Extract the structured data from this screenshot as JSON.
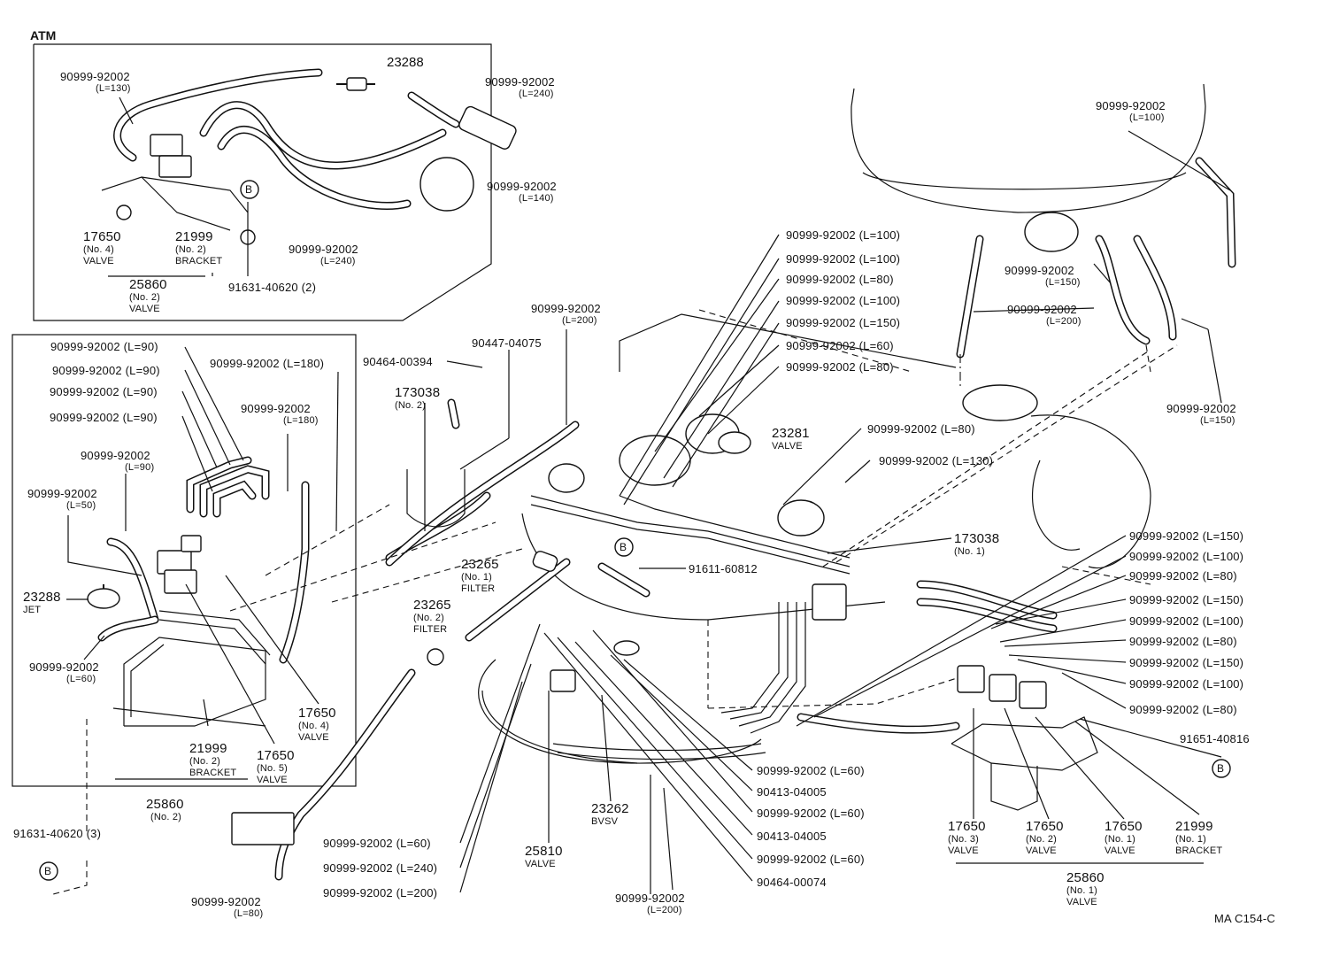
{
  "inset_atm": {
    "title": "ATM",
    "labels": [
      {
        "id": "atm-hose-130",
        "num": "90999-92002",
        "sub": "(L=130)"
      },
      {
        "id": "atm-jet-23288",
        "num": "23288",
        "sub": ""
      },
      {
        "id": "atm-hose-240a",
        "num": "90999-92002",
        "sub": "(L=240)"
      },
      {
        "id": "atm-hose-140",
        "num": "90999-92002",
        "sub": "(L=140)"
      },
      {
        "id": "atm-hose-240b",
        "num": "90999-92002",
        "sub": "(L=240)"
      },
      {
        "id": "atm-valve-17650",
        "num": "17650",
        "sub": "(No. 4)",
        "sub2": "VALVE"
      },
      {
        "id": "atm-bracket-21999",
        "num": "21999",
        "sub": "(No. 2)",
        "sub2": "BRACKET"
      },
      {
        "id": "atm-valve-25860",
        "num": "25860",
        "sub": "(No. 2)",
        "sub2": "VALVE"
      },
      {
        "id": "atm-bolt",
        "num": "91631-40620 (2)",
        "sub": ""
      }
    ],
    "ref_mark": "B"
  },
  "inset_left": {
    "labels": [
      {
        "id": "l-hose-90a",
        "num": "90999-92002 (L=90)"
      },
      {
        "id": "l-hose-90b",
        "num": "90999-92002 (L=90)"
      },
      {
        "id": "l-hose-90c",
        "num": "90999-92002 (L=90)"
      },
      {
        "id": "l-hose-90d",
        "num": "90999-92002 (L=90)"
      },
      {
        "id": "l-hose-180a",
        "num": "90999-92002 (L=180)"
      },
      {
        "id": "l-hose-180b",
        "num": "90999-92002",
        "sub": "(L=180)"
      },
      {
        "id": "l-hose-90e",
        "num": "90999-92002",
        "sub": "(L=90)"
      },
      {
        "id": "l-hose-50",
        "num": "90999-92002",
        "sub": "(L=50)"
      },
      {
        "id": "l-jet-23288",
        "num": "23288",
        "sub": "JET"
      },
      {
        "id": "l-hose-60",
        "num": "90999-92002",
        "sub": "(L=60)"
      },
      {
        "id": "l-valve-no4",
        "num": "17650",
        "sub": "(No. 4)",
        "sub2": "VALVE"
      },
      {
        "id": "l-valve-no5",
        "num": "17650",
        "sub": "(No. 5)",
        "sub2": "VALVE"
      },
      {
        "id": "l-bracket-21999",
        "num": "21999",
        "sub": "(No. 2)",
        "sub2": "BRACKET"
      },
      {
        "id": "l-valve-25860",
        "num": "25860",
        "sub": "(No. 2)"
      }
    ]
  },
  "main": {
    "labels_top": [
      {
        "id": "m-hose-100a",
        "num": "90999-92002 (L=100)"
      },
      {
        "id": "m-hose-100b",
        "num": "90999-92002 (L=100)"
      },
      {
        "id": "m-hose-80a",
        "num": "90999-92002 (L=80)"
      },
      {
        "id": "m-hose-100c",
        "num": "90999-92002 (L=100)"
      },
      {
        "id": "m-hose-150a",
        "num": "90999-92002 (L=150)"
      },
      {
        "id": "m-hose-60a",
        "num": "90999-92002 (L=60)"
      },
      {
        "id": "m-hose-80b",
        "num": "90999-92002 (L=80)"
      }
    ],
    "labels_right_stack": [
      {
        "id": "r-hose-150a",
        "num": "90999-92002 (L=150)"
      },
      {
        "id": "r-hose-100a",
        "num": "90999-92002 (L=100)"
      },
      {
        "id": "r-hose-80a",
        "num": "90999-92002 (L=80)"
      },
      {
        "id": "r-hose-150b",
        "num": "90999-92002 (L=150)"
      },
      {
        "id": "r-hose-100b",
        "num": "90999-92002 (L=100)"
      },
      {
        "id": "r-hose-80b",
        "num": "90999-92002 (L=80)"
      },
      {
        "id": "r-hose-150c",
        "num": "90999-92002 (L=150)"
      },
      {
        "id": "r-hose-100c",
        "num": "90999-92002 (L=100)"
      },
      {
        "id": "r-hose-80c",
        "num": "90999-92002 (L=80)"
      }
    ],
    "labels_bottom": [
      {
        "id": "b-hose-60a",
        "num": "90999-92002 (L=60)"
      },
      {
        "id": "b-hose-240",
        "num": "90999-92002 (L=240)"
      },
      {
        "id": "b-hose-200",
        "num": "90999-92002 (L=200)"
      },
      {
        "id": "b-clamp-04005a",
        "num": "90413-04005"
      },
      {
        "id": "b-hose-60b",
        "num": "90999-92002 (L=60)"
      },
      {
        "id": "b-clamp-04005b",
        "num": "90413-04005"
      },
      {
        "id": "b-hose-60c",
        "num": "90999-92002 (L=60)"
      },
      {
        "id": "b-clip-00074",
        "num": "90464-00074"
      }
    ],
    "misc": {
      "hose_200_top": {
        "num": "90999-92002",
        "sub": "(L=200)"
      },
      "clip_00394": {
        "num": "90464-00394"
      },
      "clip_04075": {
        "num": "90447-04075"
      },
      "vsv_no2": {
        "num": "173038",
        "sub": "(No. 2)"
      },
      "valve_23281": {
        "num": "23281",
        "sub": "VALVE"
      },
      "hose_80_mid": {
        "num": "90999-92002 (L=80)"
      },
      "hose_130_mid": {
        "num": "90999-92002 (L=130)"
      },
      "vsv_no1": {
        "num": "173038",
        "sub": "(No. 1)"
      },
      "bolt_60812": {
        "num": "91611-60812",
        "mark": "B"
      },
      "filter_no1": {
        "num": "23265",
        "sub": "(No. 1)",
        "sub2": "FILTER"
      },
      "filter_no2": {
        "num": "23265",
        "sub": "(No. 2)",
        "sub2": "FILTER"
      },
      "bvsv_23262": {
        "num": "23262",
        "sub": "BVSV"
      },
      "valve_25810": {
        "num": "25810",
        "sub": "VALVE"
      },
      "hose_200_bottom": {
        "num": "90999-92002",
        "sub": "(L=200)"
      },
      "hose_80_bottom": {
        "num": "90999-92002",
        "sub": "(L=80)"
      },
      "bolt_40620_3": {
        "num": "91631-40620 (3)",
        "mark": "B"
      },
      "valve_25860_no2": {
        "num": "25860",
        "sub": "(No. 2)"
      }
    },
    "aircleaner": {
      "hose_100": {
        "num": "90999-92002",
        "sub": "(L=100)"
      },
      "hose_150a": {
        "num": "90999-92002",
        "sub": "(L=150)"
      },
      "hose_200": {
        "num": "90999-92002",
        "sub": "(L=200)"
      },
      "hose_150b": {
        "num": "90999-92002",
        "sub": "(L=150)"
      }
    },
    "right_bottom": {
      "bolt_40816": {
        "num": "91651-40816",
        "mark": "B"
      },
      "valve_no3": {
        "num": "17650",
        "sub": "(No. 3)",
        "sub2": "VALVE"
      },
      "valve_no2": {
        "num": "17650",
        "sub": "(No. 2)",
        "sub2": "VALVE"
      },
      "valve_no1": {
        "num": "17650",
        "sub": "(No. 1)",
        "sub2": "VALVE"
      },
      "bracket_no1": {
        "num": "21999",
        "sub": "(No. 1)",
        "sub2": "BRACKET"
      },
      "valve_25860_no1": {
        "num": "25860",
        "sub": "(No. 1)",
        "sub2": "VALVE"
      }
    },
    "drawing_code": "MA C154-C"
  }
}
